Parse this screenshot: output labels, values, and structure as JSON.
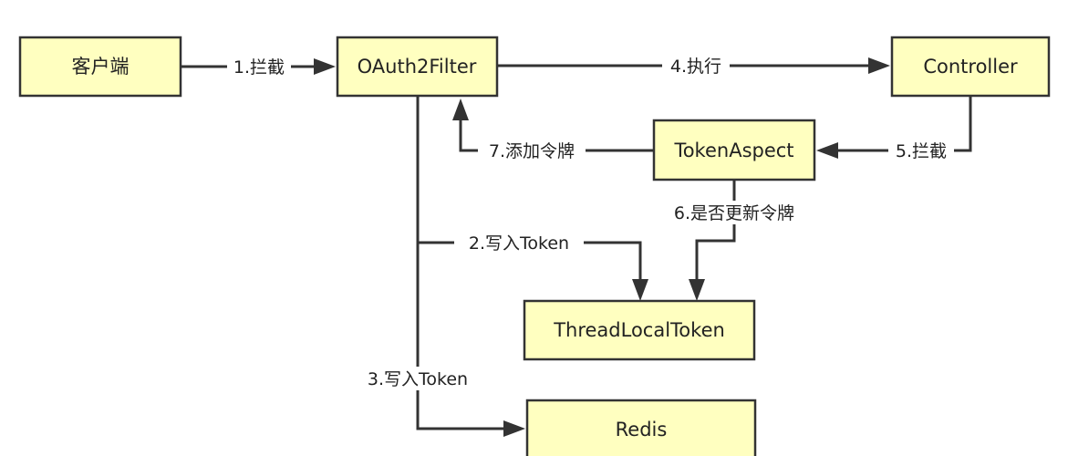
{
  "colors": {
    "node_fill": "#ffffc0",
    "stroke": "#333333",
    "text": "#222222"
  },
  "nodes": {
    "client": "客户端",
    "oauth2filter": "OAuth2Filter",
    "controller": "Controller",
    "tokenaspect": "TokenAspect",
    "threadlocaltoken": "ThreadLocalToken",
    "redis": "Redis"
  },
  "edges": {
    "e1": "1.拦截",
    "e2": "2.写入Token",
    "e3": "3.写入Token",
    "e4": "4.执行",
    "e5": "5.拦截",
    "e6": "6.是否更新令牌",
    "e7": "7.添加令牌"
  }
}
